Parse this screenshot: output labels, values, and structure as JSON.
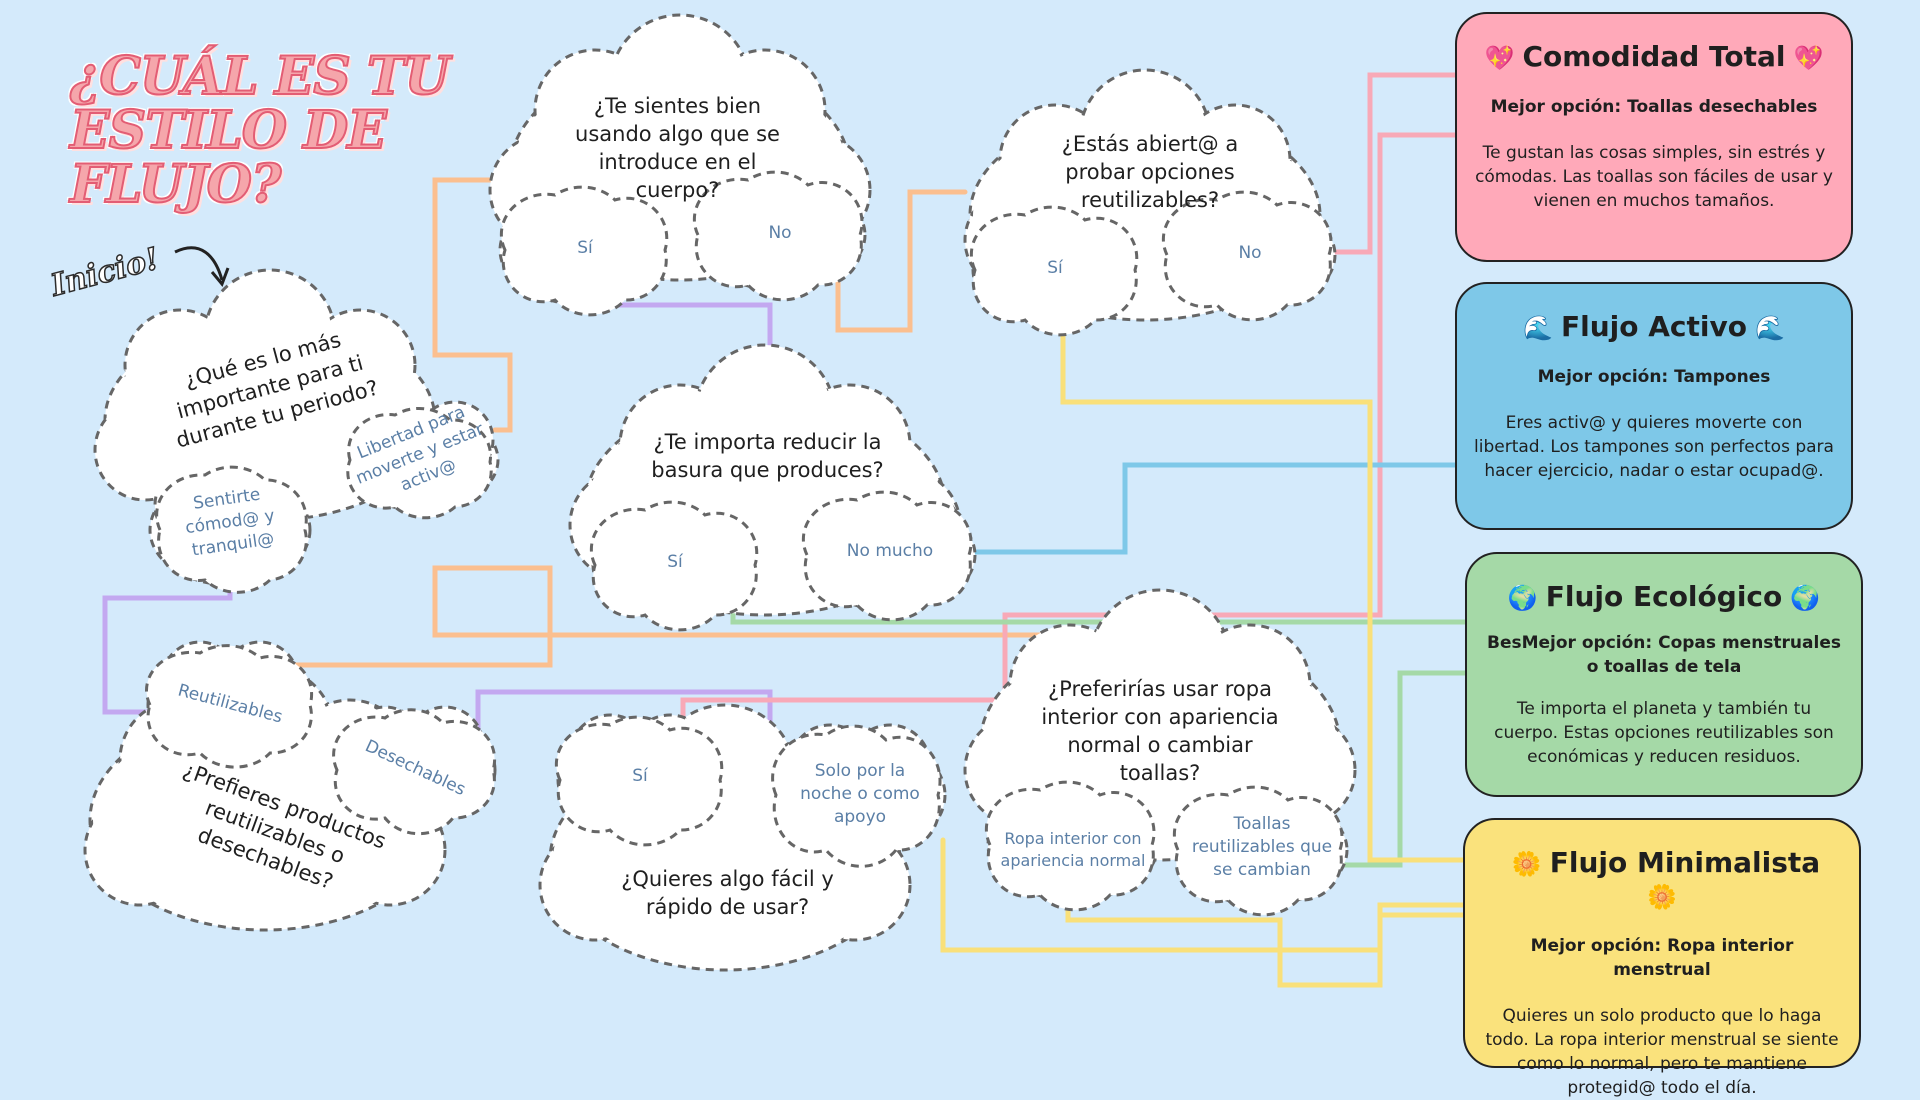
{
  "title": "¿CUÁL ES TU ESTILO DE FLUJO?",
  "start_label": "Inicio!",
  "questions": {
    "q1": "¿Qué es lo más importante para ti durante tu periodo?",
    "q2": "¿Te sientes bien usando algo que se introduce en el cuerpo?",
    "q3": "¿Estás abiert@ a probar opciones reutilizables?",
    "q4": "¿Te importa reducir la basura que produces?",
    "q5": "¿Prefieres productos reutilizables o desechables?",
    "q6": "¿Quieres algo fácil y rápido de usar?",
    "q7": "¿Preferirías usar ropa interior con apariencia normal o cambiar toallas?"
  },
  "answers": {
    "q1_a": "Sentirte cómod@ y tranquil@",
    "q1_b": "Libertad para moverte y estar activ@",
    "q2_a": "Sí",
    "q2_b": "No",
    "q3_a": "Sí",
    "q3_b": "No",
    "q4_a": "Sí",
    "q4_b": "No mucho",
    "q5_a": "Reutilizables",
    "q5_b": "Desechables",
    "q6_a": "Sí",
    "q6_b": "Solo por la noche o como apoyo",
    "q7_a": "Ropa interior con apariencia normal",
    "q7_b": "Toallas reutilizables que se cambian"
  },
  "results": [
    {
      "id": "comodidad",
      "title": "Comodidad Total",
      "emoji": "💖",
      "option": "Mejor opción: Toallas desechables",
      "description": "Te gustan las cosas simples, sin estrés y cómodas. Las toallas son fáciles de usar y vienen en muchos tamaños.",
      "color": "#ffa9b9"
    },
    {
      "id": "activo",
      "title": "Flujo Activo",
      "emoji": "🌊",
      "option": "Mejor opción: Tampones",
      "description": "Eres activ@ y quieres moverte con libertad. Los tampones son perfectos para hacer ejercicio, nadar o estar ocupad@.",
      "color": "#7ec8e8"
    },
    {
      "id": "ecologico",
      "title": "Flujo Ecológico",
      "emoji": "🌍",
      "option": "BesMejor opción: Copas menstruales o toallas de tela",
      "description": "Te importa el planeta y también tu cuerpo. Estas opciones reutilizables son económicas y reducen residuos.",
      "color": "#a5d9a7"
    },
    {
      "id": "minimalista",
      "title": "Flujo Minimalista",
      "emoji": "🌼",
      "option": "Mejor opción: Ropa interior menstrual",
      "description": "Quieres un solo producto que lo haga todo. La ropa interior menstrual se siente como lo normal, pero te mantiene protegid@ todo el día.",
      "color": "#fae27c"
    }
  ],
  "colors": {
    "background": "#d4eafb",
    "orange_line": "#fbbf8f",
    "pink_line": "#f8a9b7",
    "yellow_line": "#f9e07a",
    "blue_line": "#7ec8e8",
    "green_line": "#a5d9a7",
    "purple_line": "#c3a8f0",
    "cloud_border": "#666666"
  }
}
